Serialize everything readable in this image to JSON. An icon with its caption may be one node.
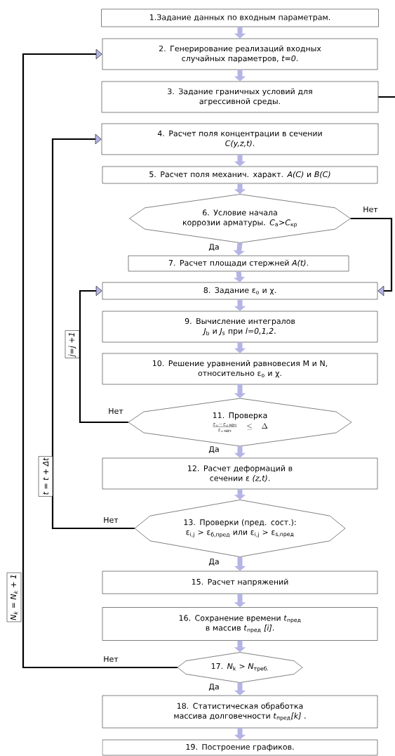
{
  "diagram": {
    "nodes": [
      {
        "text": [
          "1.Задание данных по входным параметрам."
        ]
      },
      {
        "text": [
          "2. Генерирование реализаций входных случайных параметров, *t=0*."
        ]
      },
      {
        "text": [
          "3. Задание граничных условий для агрессивной среды."
        ]
      },
      {
        "text": [
          "4. Расчет поля концентрации в сечении *C(y,z,t)*."
        ]
      },
      {
        "text": [
          "5. Расчет поля механич. характ. *A(C)* и *B(C)*"
        ]
      },
      {
        "text": [
          "6. Условие начала коррозии арматуры. *C*$_{а}$>*C*$_{кр}$"
        ]
      },
      {
        "text": [
          "7. Расчет площади стержней *A(t)*."
        ]
      },
      {
        "text": [
          "8. Задание ε$_{о}$ и χ."
        ]
      },
      {
        "text": [
          "9. Вычисление интегралов *J*$_{b}$ и *J*$_{s}$ при *l=0,1,2*."
        ]
      },
      {
        "text": [
          "10. Решение уравнений равновесия M и N, относительно ε$_{о}$ и χ."
        ]
      },
      {
        "text": [
          "11. Проверка",
          "\\frac{\\varepsilon_{o}-\\varepsilon_{o\\,\\text{нач}}}{\\varepsilon_{o\\,\\text{нач}}}\\leq\\Delta"
        ]
      },
      {
        "text": [
          "12. Расчет деформаций в сечении ε *(z,t)*."
        ]
      },
      {
        "text": [
          "13. Проверки (пред. сост.):",
          "ε$_{i,j}$ > ε$_{б,пред}$ или ε$_{i,j}$ > ε$_{s,пред}$"
        ]
      },
      {
        "text": [
          "15. Расчет напряжений"
        ]
      },
      {
        "text": [
          "16. Сохранение времени *t*$_{пред}$ в массив *t*$_{пред}$ *[i]*."
        ]
      },
      {
        "text": [
          "17. *N*$_{k}$ > *N*$_{треб.}$"
        ]
      },
      {
        "text": [
          "18. Статистическая обработка массива долговечности *t*$_{пред}$*[k]* ."
        ]
      },
      {
        "text": [
          "19. Построение графиков."
        ]
      }
    ],
    "edges": [
      {
        "from": 0,
        "to": 1,
        "arrow": "to"
      },
      {
        "from": 1,
        "to": 2,
        "arrow": "to"
      },
      {
        "from": 2,
        "to": null,
        "arrow": "none",
        "color": "#000000"
      },
      {
        "from": 3,
        "to": 4,
        "arrow": "to"
      },
      {
        "from": 4,
        "to": 5,
        "arrow": "to"
      },
      {
        "from": 5,
        "to": 6,
        "arrow": "to",
        "label": "Да"
      },
      {
        "from": 5,
        "to": 7,
        "arrow": "to",
        "label": "Нет",
        "color": "#000000"
      },
      {
        "from": 6,
        "to": 7,
        "arrow": "to"
      },
      {
        "from": 7,
        "to": 8,
        "arrow": "to"
      },
      {
        "from": 8,
        "to": 9,
        "arrow": "to"
      },
      {
        "from": 9,
        "to": 10,
        "arrow": "to"
      },
      {
        "from": 10,
        "to": 11,
        "arrow": "to",
        "label": "Да"
      },
      {
        "from": 10,
        "to": 7,
        "arrow": "to",
        "label": "Нет",
        "color": "#000000"
      },
      {
        "from": 11,
        "to": 12,
        "arrow": "to"
      },
      {
        "from": 12,
        "to": 13,
        "arrow": "to",
        "label": "Да"
      },
      {
        "from": 12,
        "to": 3,
        "arrow": "to",
        "label": "Нет",
        "color": "#000000"
      },
      {
        "from": 13,
        "to": 14,
        "arrow": "to"
      },
      {
        "from": 14,
        "to": 15,
        "arrow": "to"
      },
      {
        "from": 15,
        "to": 16,
        "arrow": "to",
        "label": "Да"
      },
      {
        "from": 16,
        "to": 17,
        "arrow": "to"
      },
      {
        "from": 15,
        "to": 1,
        "arrow": "to",
        "label": "Нет",
        "color": "#000000"
      }
    ],
    "labels": [
      "j=j +1",
      "t = t + Δt",
      "N$_{k}$ = N$_{k}$ + 1"
    ]
  }
}
